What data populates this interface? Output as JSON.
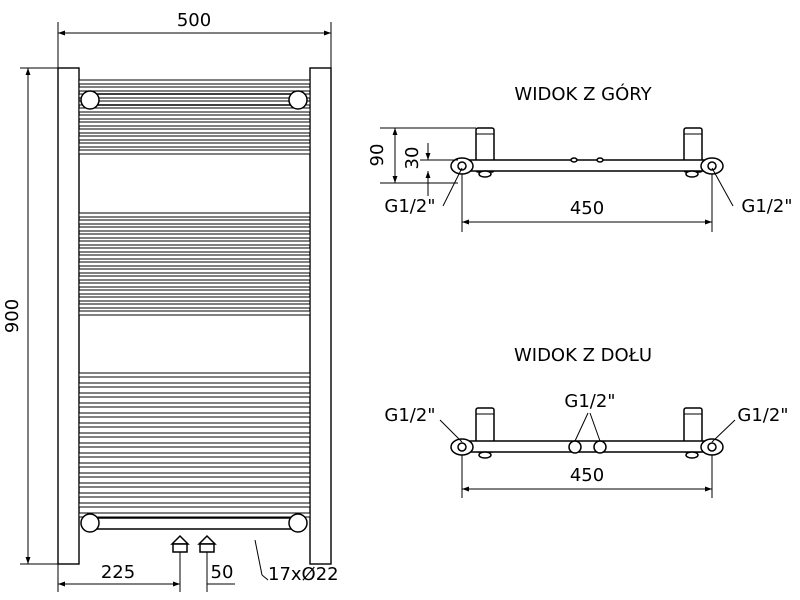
{
  "front_view": {
    "width_label": "500",
    "height_label": "900",
    "pipe_left_label": "225",
    "pipe_spacing_label": "50",
    "tubes_label": "17xØ22"
  },
  "top_view": {
    "title": "WIDOK Z GÓRY",
    "depth_label": "90",
    "offset_label": "30",
    "connection_left": "G1/2\"",
    "connection_right": "G1/2\"",
    "spacing_label": "450"
  },
  "bottom_view": {
    "title": "WIDOK Z DOŁU",
    "connection_left": "G1/2\"",
    "connection_middle": "G1/2\"",
    "connection_right": "G1/2\"",
    "spacing_label": "450"
  }
}
